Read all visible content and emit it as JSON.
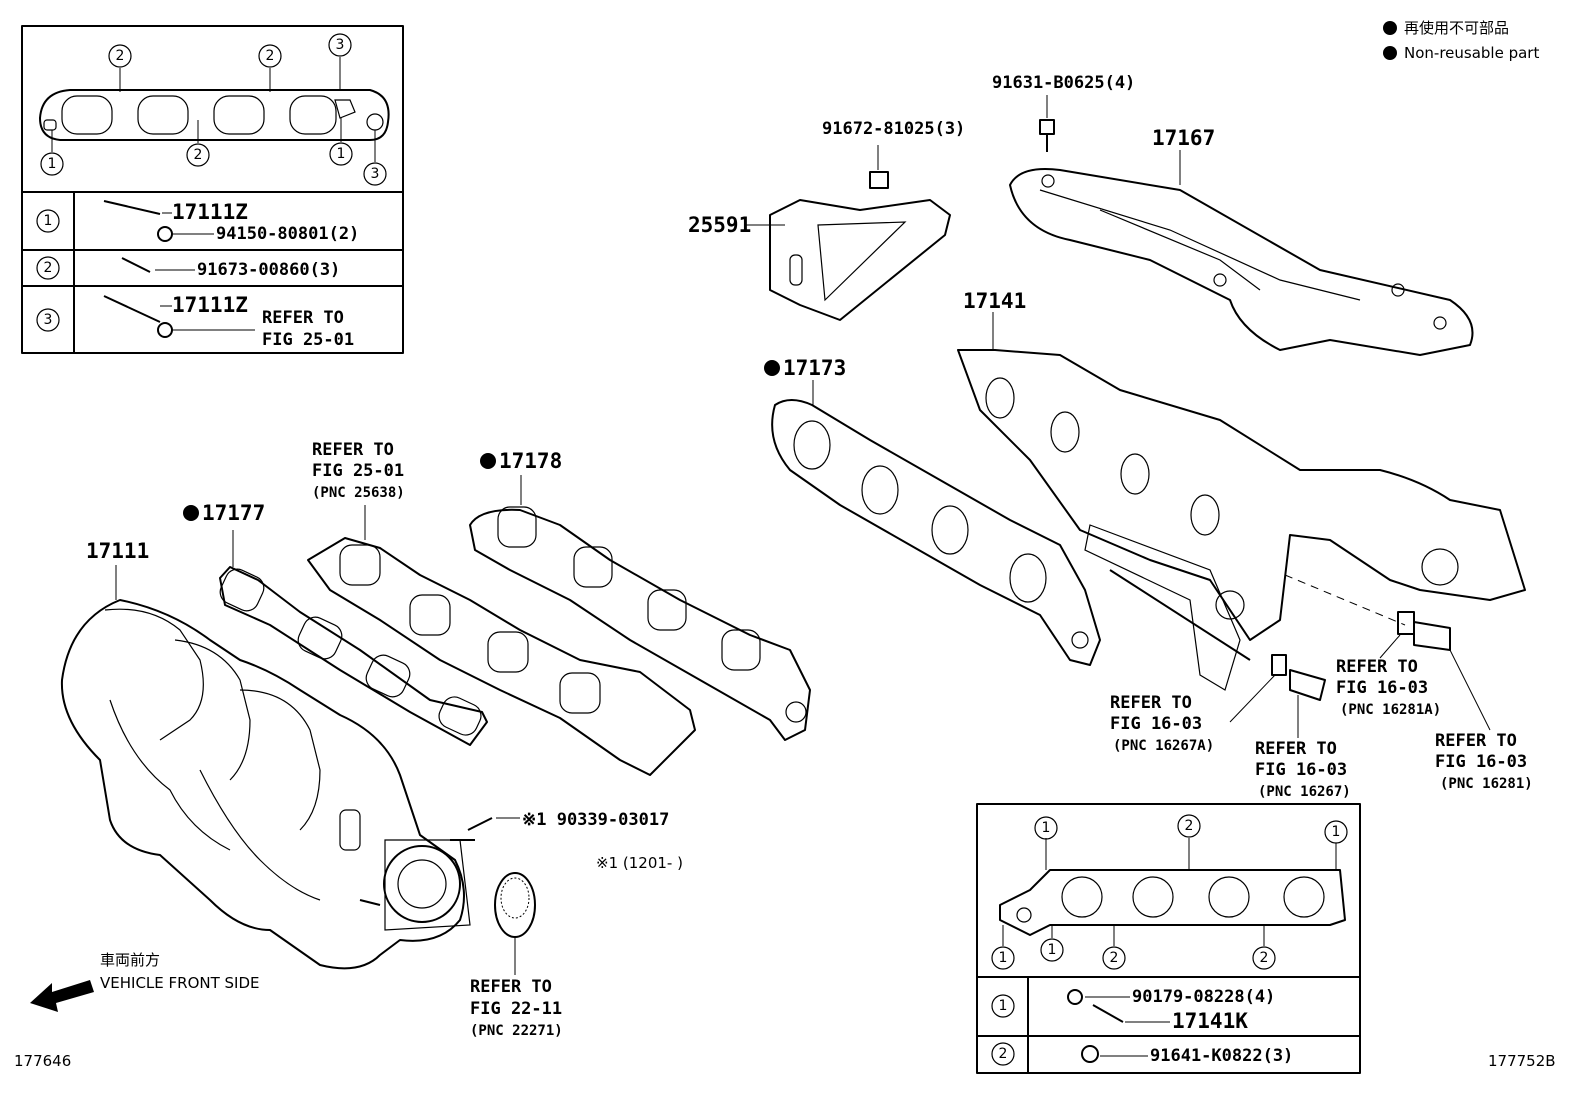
{
  "legend": {
    "line1": "再使用不可部品",
    "line2": "Non-reusable part"
  },
  "footer": {
    "left_code": "177646",
    "right_code": "177752B"
  },
  "direction": {
    "jp": "車両前方",
    "en": "VEHICLE FRONT SIDE"
  },
  "inset_left": {
    "callouts": [
      "1",
      "2",
      "3"
    ],
    "rows": [
      {
        "key": "1",
        "part_a": "17111Z",
        "part_b": "94150-80801(2)"
      },
      {
        "key": "2",
        "part_a": "91673-00860(3)"
      },
      {
        "key": "3",
        "part_a": "17111Z",
        "ref_line1": "REFER TO",
        "ref_line2": "FIG 25-01"
      }
    ]
  },
  "inset_right": {
    "rows": [
      {
        "key": "1",
        "part_a": "90179-08228(4)",
        "part_b": "17141K"
      },
      {
        "key": "2",
        "part_a": "91641-K0822(3)"
      }
    ]
  },
  "labels": {
    "p17111": "17111",
    "p17177": "17177",
    "p17178": "17178",
    "p25591": "25591",
    "p17173": "17173",
    "p17141": "17141",
    "p17167": "17167",
    "p91672": "91672-81025(3)",
    "p91631": "91631-B0625(4)",
    "p90339": "※1 90339-03017",
    "note1": "※1 (1201-      )",
    "ref25_l1": "REFER TO",
    "ref25_l2": "FIG 25-01",
    "ref25_l3": "(PNC 25638)",
    "ref22_l1": "REFER TO",
    "ref22_l2": "FIG 22-11",
    "ref22_l3": "(PNC 22271)",
    "ref1627a_l1": "REFER TO",
    "ref1627a_l2": "FIG 16-03",
    "ref1627a_l3": "(PNC 16267A)",
    "ref1627_l1": "REFER TO",
    "ref1627_l2": "FIG 16-03",
    "ref1627_l3": "(PNC 16267)",
    "ref1628a_l1": "REFER TO",
    "ref1628a_l2": "FIG 16-03",
    "ref1628a_l3": "(PNC 16281A)",
    "ref1628_l1": "REFER TO",
    "ref1628_l2": "FIG 16-03",
    "ref1628_l3": "(PNC 16281)"
  }
}
